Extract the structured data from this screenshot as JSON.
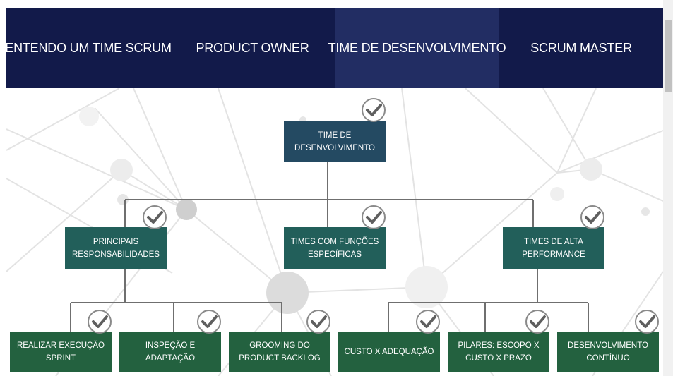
{
  "tabs": [
    {
      "label": "ENTENDO UM TIME SCRUM",
      "active": false
    },
    {
      "label": "PRODUCT OWNER",
      "active": false
    },
    {
      "label": "TIME DE DESENVOLVIMENTO",
      "active": true
    },
    {
      "label": "SCRUM MASTER",
      "active": false
    }
  ],
  "tree": {
    "root": "TIME DE DESENVOLVIMENTO",
    "level1": [
      "PRINCIPAIS RESPONSABILIDADES",
      "TIMES COM FUNÇÕES ESPECÍFICAS",
      "TIMES DE ALTA PERFORMANCE"
    ],
    "level2": [
      "REALIZAR EXECUÇÃO SPRINT",
      "INSPEÇÃO E ADAPTAÇÃO",
      "GROOMING DO PRODUCT BACKLOG",
      "CUSTO X ADEQUAÇÃO",
      "PILARES: ESCOPO X CUSTO X PRAZO",
      "DESENVOLVIMENTO CONTÍNUO"
    ]
  },
  "icons": {
    "completed": "check-circle-icon"
  },
  "colors": {
    "tabbar_bg": "#121a4a",
    "tab_active_bg": "#222d63",
    "root_bg": "#244a62",
    "level1_bg": "#225f5a",
    "level2_bg": "#23613f"
  }
}
